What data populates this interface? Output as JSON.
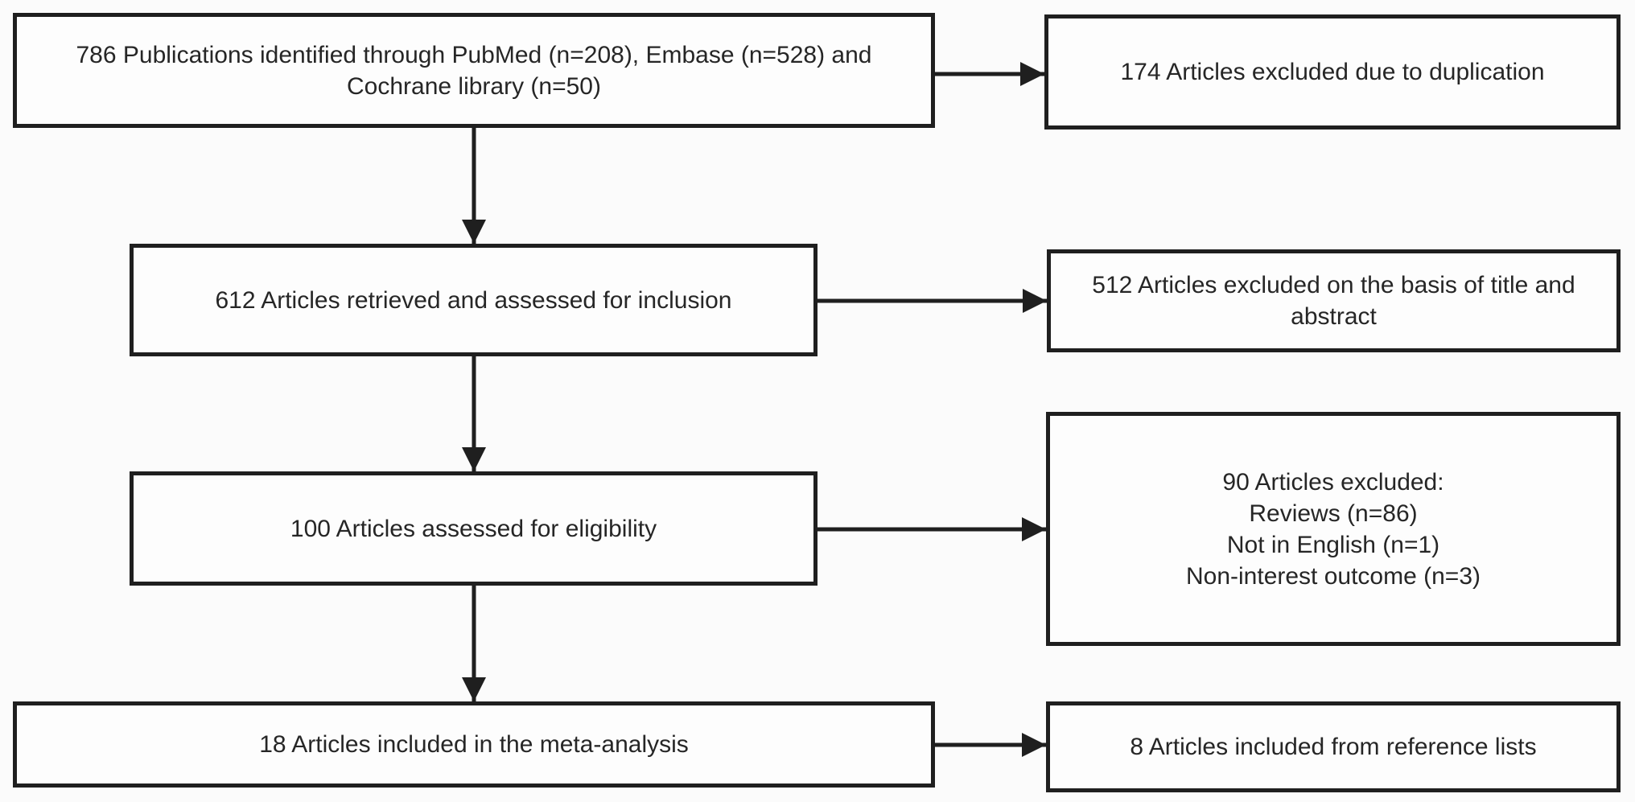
{
  "diagram": {
    "kind": "study-selection-flowchart",
    "colors": {
      "box_border": "#1f1f1f",
      "box_fill": "#fdfdfd",
      "arrow": "#1f1f1f",
      "text": "#262626",
      "background": "#fbfbfb"
    },
    "boxes": {
      "identified": {
        "lines": [
          "786 Publications identified through PubMed (n=208), Embase (n=528) and",
          "Cochrane library (n=50)"
        ]
      },
      "excluded_duplication": {
        "lines": [
          "174 Articles excluded due to duplication"
        ]
      },
      "retrieved": {
        "lines": [
          "612 Articles retrieved and assessed for inclusion"
        ]
      },
      "excluded_title_abstract": {
        "lines": [
          "512 Articles excluded on the basis of title and",
          "abstract"
        ]
      },
      "eligibility": {
        "lines": [
          "100 Articles assessed for eligibility"
        ]
      },
      "excluded_reasons": {
        "lines": [
          "90 Articles excluded:",
          "Reviews (n=86)",
          "Not in English (n=1)",
          "Non-interest outcome (n=3)"
        ]
      },
      "included": {
        "lines": [
          "18 Articles included in the meta-analysis"
        ]
      },
      "reference_lists": {
        "lines": [
          "8 Articles included from reference lists"
        ]
      }
    },
    "edges": [
      {
        "from": "identified",
        "to": "excluded_duplication"
      },
      {
        "from": "identified",
        "to": "retrieved"
      },
      {
        "from": "retrieved",
        "to": "excluded_title_abstract"
      },
      {
        "from": "retrieved",
        "to": "eligibility"
      },
      {
        "from": "eligibility",
        "to": "excluded_reasons"
      },
      {
        "from": "eligibility",
        "to": "included"
      },
      {
        "from": "included",
        "to": "reference_lists"
      }
    ]
  }
}
